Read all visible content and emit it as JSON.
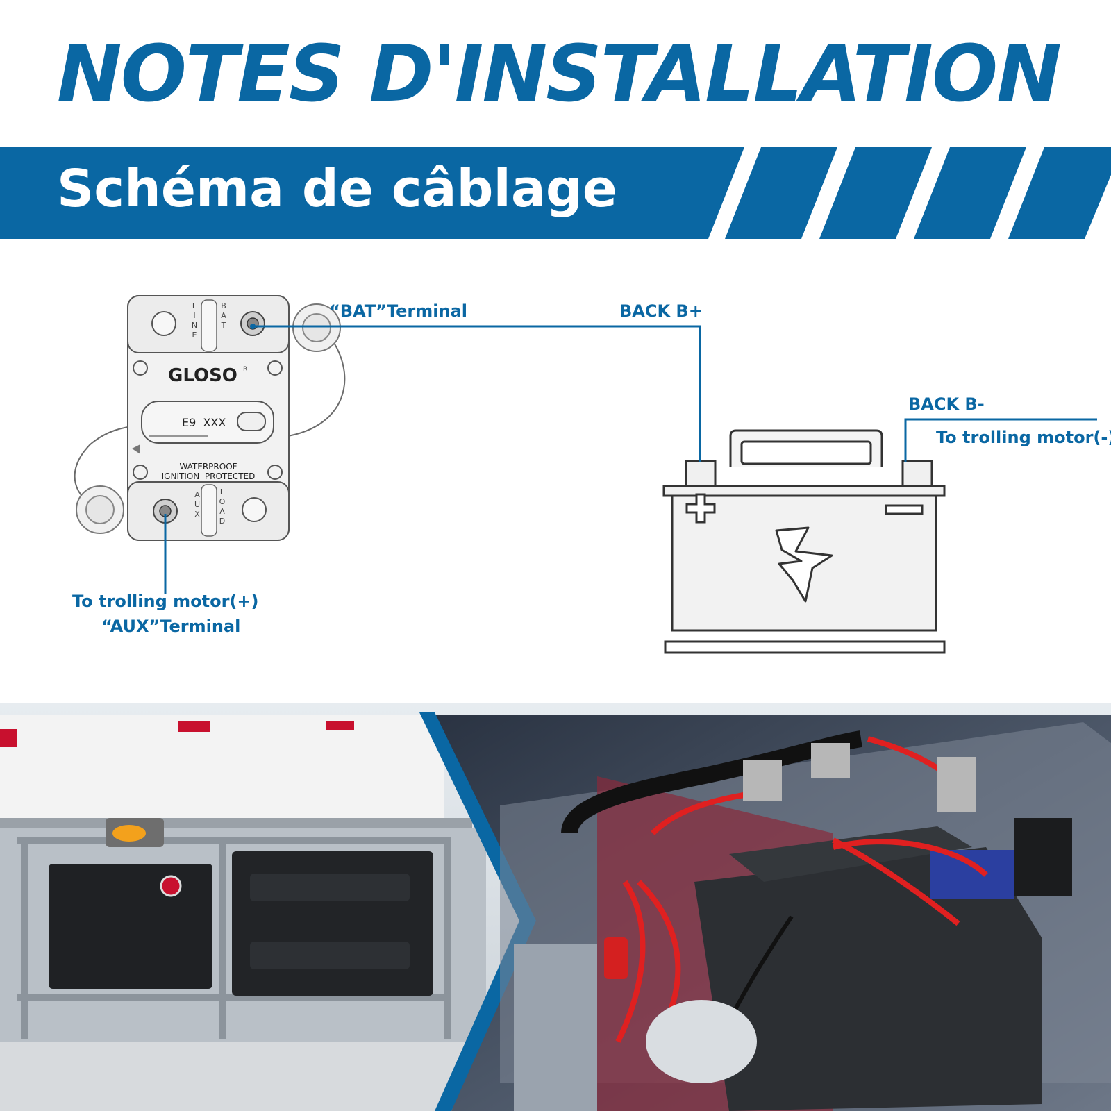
{
  "header": {
    "title": "NOTES D'INSTALLATION"
  },
  "section": {
    "title": "Schéma de câblage"
  },
  "breaker": {
    "brand": "GLOSO",
    "registered_mark": "R",
    "model": "E9  XXX",
    "line1": "WATERPROOF",
    "line2": "IGNITION  PROTECTED",
    "top_left_letters": [
      "L",
      "I",
      "N",
      "E"
    ],
    "top_right_letters": [
      "B",
      "A",
      "T"
    ],
    "bottom_left_letters": [
      "A",
      "U",
      "X"
    ],
    "bottom_right_letters": [
      "L",
      "O",
      "A",
      "D"
    ]
  },
  "labels": {
    "bat_terminal": "“BAT”Terminal",
    "back_b_plus": "BACK B+",
    "back_b_minus": "BACK B-",
    "to_motor_minus": "To trolling motor(-)",
    "to_motor_plus": "To trolling motor(+)",
    "aux_terminal": "“AUX”Terminal"
  },
  "colors": {
    "brand_blue": "#0a67a3",
    "wire_red": "#e02020",
    "band_white": "#ffffff"
  },
  "icons": {
    "battery": "battery-icon",
    "lightning": "lightning-bolt-icon",
    "plus": "plus-icon",
    "minus": "minus-icon"
  }
}
